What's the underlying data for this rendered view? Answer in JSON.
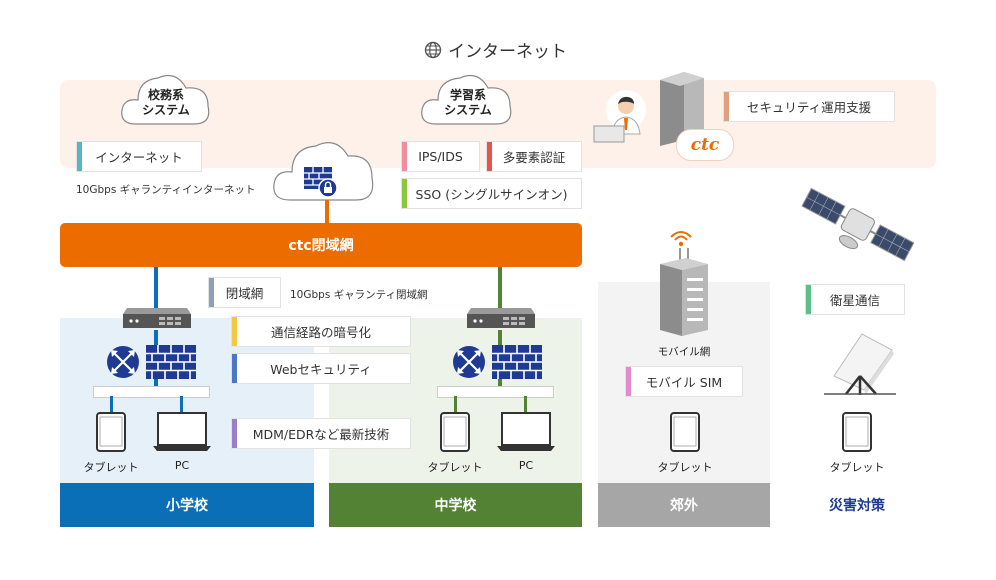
{
  "internet": {
    "label": "インターネット",
    "icon": "globe-icon"
  },
  "clouds": {
    "admin": {
      "label_line1": "校務系",
      "label_line2": "システム"
    },
    "learning": {
      "label_line1": "学習系",
      "label_line2": "システム"
    }
  },
  "tags": {
    "internet": "インターネット",
    "ips": "IPS/IDS",
    "mfa": "多要素認証",
    "sso": "SSO (シングルサインオン)",
    "security_ops": "セキュリティ運用支援",
    "closed_net": "閉域網",
    "encryption": "通信経路の暗号化",
    "web_security": "Webセキュリティ",
    "mdm": "MDM/EDRなど最新技術",
    "mobile_sim": "モバイル SIM",
    "satellite": "衛星通信"
  },
  "notes": {
    "internet_guarantee": "10Gbps ギャランティインターネット",
    "closed_guarantee": "10Gbps ギャランティ閉域網"
  },
  "trunk_label": "ctc閉域網",
  "logo_text": "ctc",
  "mobile_net_label": "モバイル網",
  "devices": {
    "tablet": "タブレット",
    "pc": "PC"
  },
  "zones": {
    "elementary": "小学校",
    "junior": "中学校",
    "suburb": "郊外",
    "disaster": "災害対策"
  },
  "colors": {
    "orange": "#ed6c00",
    "blue": "#0b6fb8",
    "green": "#548235",
    "gray": "#a6a6a6",
    "navy": "#1f3a93"
  }
}
